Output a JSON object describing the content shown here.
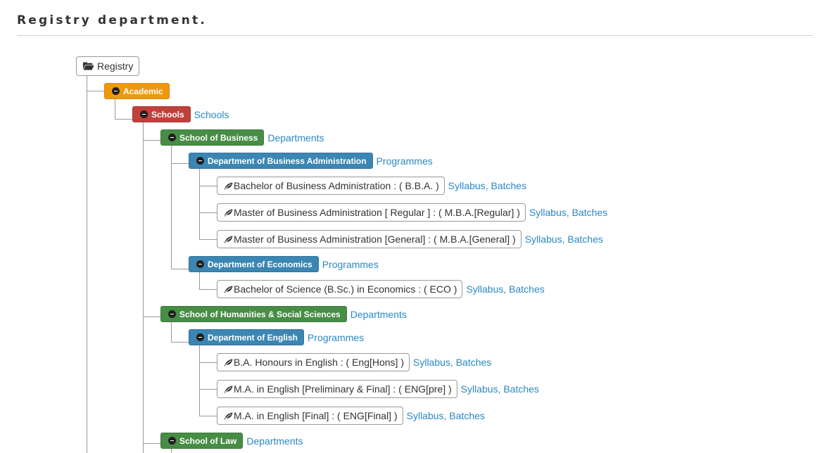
{
  "page": {
    "title": "Registry department."
  },
  "tree": {
    "root": {
      "label": "Registry",
      "icon": "folder-open-icon"
    },
    "academic": {
      "label": "Academic",
      "color": "#f0980c"
    },
    "schools": {
      "label": "Schools",
      "link": "Schools",
      "color": "#c0413b"
    },
    "school_business": {
      "label": "School of Business",
      "link": "Departments",
      "color": "#478d45",
      "dept_ba": {
        "label": "Department of Business Administration",
        "link": "Programmes",
        "color": "#3b86b3",
        "programmes": [
          {
            "label": "Bachelor of Business Administration : ( B.B.A. )",
            "links": "Syllabus, Batches"
          },
          {
            "label": "Master of Business Administration [ Regular ] : ( M.B.A.[Regular] )",
            "links": "Syllabus, Batches"
          },
          {
            "label": "Master of Business Administration [General] : ( M.B.A.[General] )",
            "links": "Syllabus, Batches"
          }
        ]
      },
      "dept_econ": {
        "label": "Department of Economics",
        "link": "Programmes",
        "color": "#3b86b3",
        "programmes": [
          {
            "label": "Bachelor of Science (B.Sc.) in Economics : ( ECO )",
            "links": "Syllabus, Batches"
          }
        ]
      }
    },
    "school_hss": {
      "label": "School of Humanities & Social Sciences",
      "link": "Departments",
      "color": "#478d45",
      "dept_eng": {
        "label": "Department of English",
        "link": "Programmes",
        "color": "#3b86b3",
        "programmes": [
          {
            "label": "B.A. Honours in English : ( Eng[Hons] )",
            "links": "Syllabus, Batches"
          },
          {
            "label": "M.A. in English [Preliminary & Final] : ( ENG[pre] )",
            "links": "Syllabus, Batches"
          },
          {
            "label": "M.A. in English [Final] : ( ENG[Final] )",
            "links": "Syllabus, Batches"
          }
        ]
      }
    },
    "school_law": {
      "label": "School of Law",
      "link": "Departments",
      "color": "#478d45"
    },
    "icons": {
      "collapse": "minus-circle-icon",
      "programme": "leaf-icon"
    }
  }
}
